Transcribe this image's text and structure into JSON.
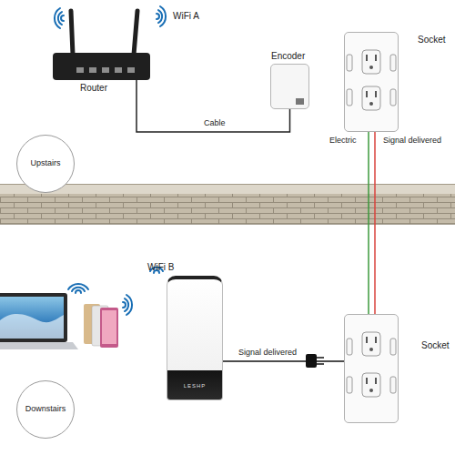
{
  "diagram": {
    "nodes": [
      {
        "text": [
          "Router"
        ]
      },
      {
        "text": [
          "Encoder"
        ]
      },
      {
        "text": [
          "Socket"
        ]
      },
      {
        "text": [
          "Upstairs"
        ]
      },
      {
        "text": [
          "WiFi B",
          "LESHP"
        ]
      },
      {
        "text": [
          "Socket"
        ]
      },
      {
        "text": [
          "Downstairs"
        ]
      }
    ],
    "edges": [
      {
        "from": 0,
        "to": 1,
        "label": "Cable",
        "arrow": "none"
      },
      {
        "from": 2,
        "to": 5,
        "label": "Electric",
        "arrow": "none"
      },
      {
        "from": 2,
        "to": 5,
        "label": "Signal delivered",
        "arrow": "none"
      },
      {
        "from": 4,
        "to": 5,
        "label": "Signal delivered",
        "arrow": "none"
      }
    ],
    "labels": [
      "WiFi A"
    ]
  }
}
